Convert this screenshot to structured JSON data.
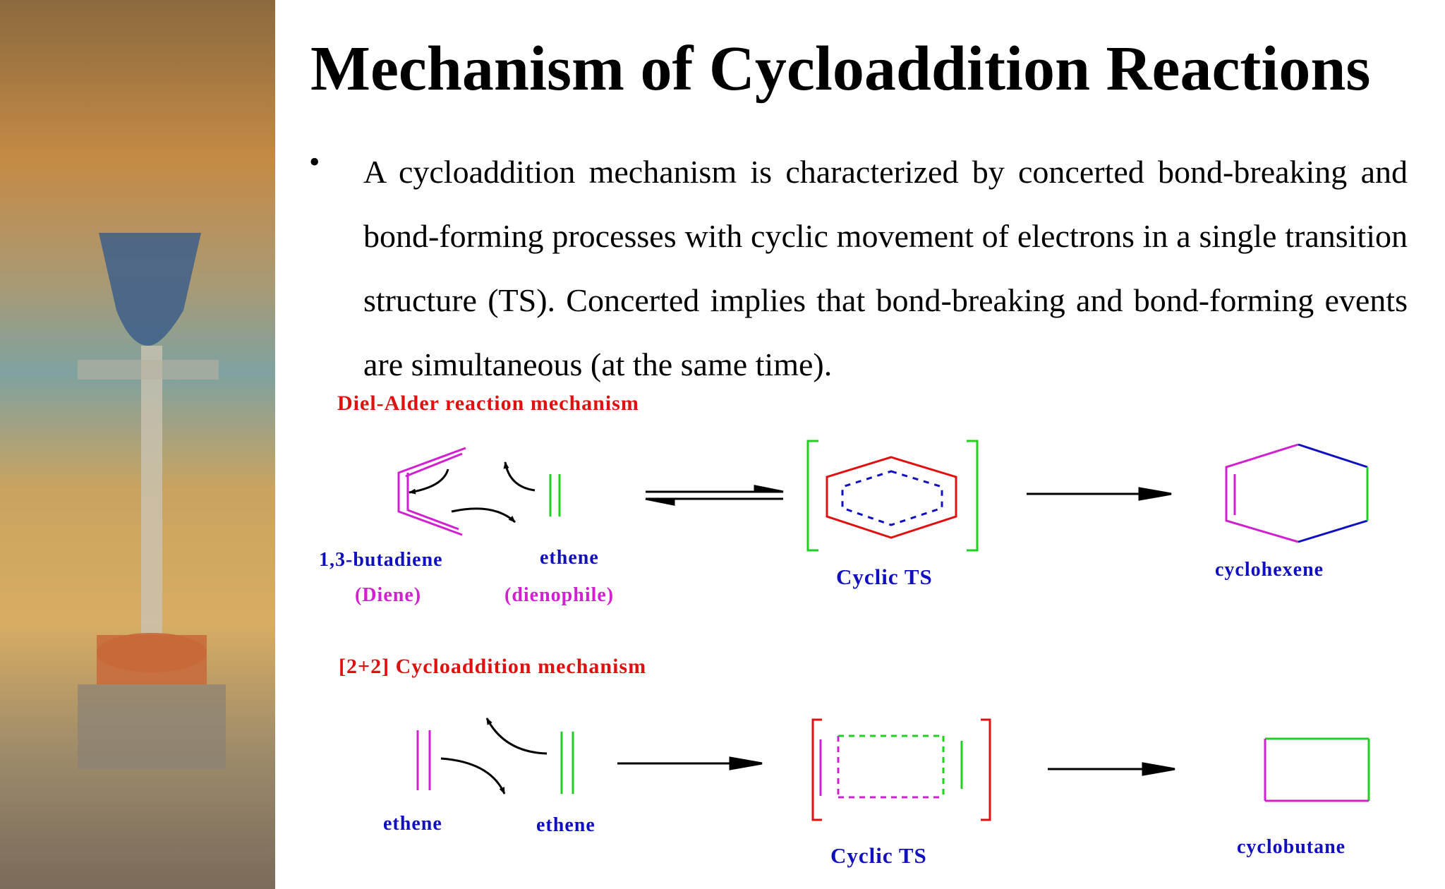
{
  "title": "Mechanism of Cycloaddition Reactions",
  "bullet": "A cycloaddition mechanism is characterized by concerted bond-breaking and bond-forming processes with cyclic movement of electrons in a single transition structure (TS). Concerted implies that bond-breaking and bond-forming events are simultaneous (at the same time).",
  "diels_alder": {
    "heading": "Diel-Alder reaction mechanism",
    "diene_name": "1,3-butadiene",
    "diene_role": "(Diene)",
    "dienophile_name": "ethene",
    "dienophile_role": "(dienophile)",
    "ts_label": "Cyclic TS",
    "product": "cyclohexene"
  },
  "two_plus_two": {
    "heading": "[2+2] Cycloaddition mechanism",
    "reactant1": "ethene",
    "reactant2": "ethene",
    "ts_label": "Cyclic TS",
    "product": "cyclobutane"
  },
  "colors": {
    "title_red": "#e01010",
    "label_blue": "#1010c0",
    "magenta": "#d020d0",
    "green": "#20d020",
    "bond_blue": "#1010c0",
    "ts_red": "#e01010"
  }
}
